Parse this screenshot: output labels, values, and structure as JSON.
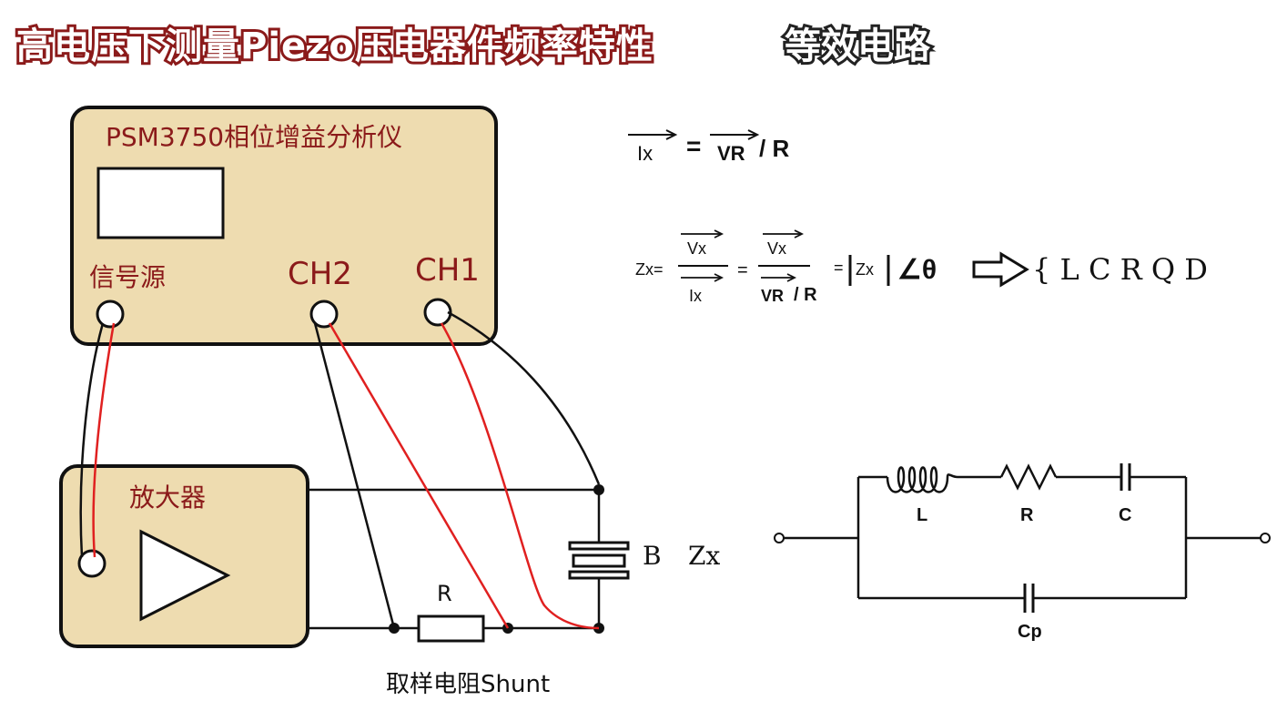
{
  "title": {
    "main": "高电压下测量Piezo压电器件频率特性",
    "sub": "等效电路"
  },
  "analyzer": {
    "label": "PSM3750相位增益分析仪",
    "signal_source": "信号源",
    "ch2": "CH2",
    "ch1": "CH1"
  },
  "amplifier": {
    "label": "放大器"
  },
  "circuit": {
    "resistor_label": "R",
    "shunt_label": "取样电阻Shunt",
    "dut_label_b": "B",
    "dut_label_zx": "Zx"
  },
  "equations": {
    "line1_ix": "Ix",
    "line1_eq": "=",
    "line1_vr": "VR",
    "line1_div": "/ R",
    "line2_zx": "Zx=",
    "line2_vx": "Vx",
    "line2_ix": "Ix",
    "line2_eq": "=",
    "line2_vx2": "Vx",
    "line2_vr": "VR",
    "line2_divr": "/ R",
    "line2_eq2": "=",
    "line2_abs": "Zx",
    "line2_angle": "∠θ",
    "line2_result": "{ L C R Q D"
  },
  "equivalent": {
    "L": "L",
    "R": "R",
    "C": "C",
    "Cp": "Cp"
  }
}
